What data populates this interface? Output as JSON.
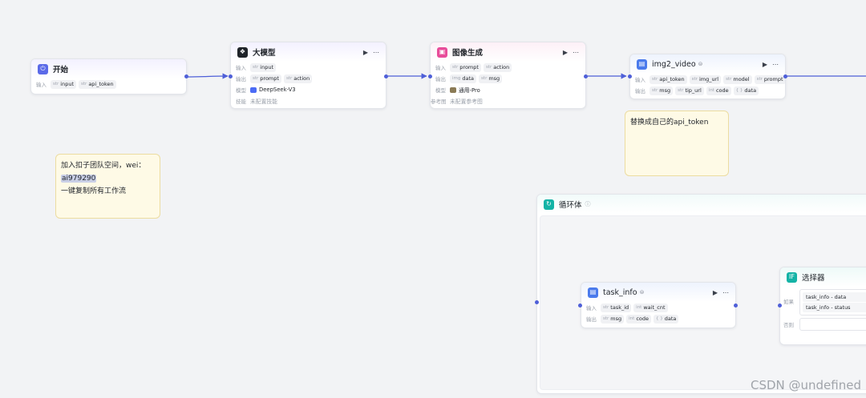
{
  "colors": {
    "canvas_bg": "#f2f3f5",
    "edge": "#4e5fd8",
    "start_icon": "#5b6ae8",
    "llm_icon": "#1f2329",
    "image_icon": "#e84c9a",
    "plugin_icon": "#4b7bec",
    "loop_icon": "#14b3a6",
    "selector_icon": "#14b3a6",
    "note_bg": "#fefae6"
  },
  "labels": {
    "input": "输入",
    "output": "输出",
    "model": "模型",
    "skill": "技能",
    "reference": "参考图",
    "condition": "如果",
    "else": "否则"
  },
  "nodes": {
    "start": {
      "title": "开始",
      "icon": "start-icon",
      "inputs": [
        {
          "type": "str",
          "name": "input"
        },
        {
          "type": "str",
          "name": "api_token"
        }
      ]
    },
    "llm": {
      "title": "大模型",
      "icon": "llm-icon",
      "inputs": [
        {
          "type": "str",
          "name": "input"
        }
      ],
      "outputs": [
        {
          "type": "str",
          "name": "prompt"
        },
        {
          "type": "str",
          "name": "action"
        }
      ],
      "model": "DeepSeek-V3",
      "skill": "未配置技能"
    },
    "image_gen": {
      "title": "图像生成",
      "icon": "image-gen-icon",
      "inputs": [
        {
          "type": "str",
          "name": "prompt"
        },
        {
          "type": "str",
          "name": "action"
        }
      ],
      "outputs": [
        {
          "type": "img",
          "name": "data"
        },
        {
          "type": "str",
          "name": "msg"
        }
      ],
      "model": "通用-Pro",
      "reference": "未配置参考图"
    },
    "img2video": {
      "title": "img2_video",
      "icon": "plugin-icon",
      "inputs": [
        {
          "type": "str",
          "name": "api_token"
        },
        {
          "type": "str",
          "name": "img_url"
        },
        {
          "type": "str",
          "name": "model"
        },
        {
          "type": "str",
          "name": "prompt"
        }
      ],
      "outputs": [
        {
          "type": "str",
          "name": "msg"
        },
        {
          "type": "str",
          "name": "tip_url"
        },
        {
          "type": "int",
          "name": "code"
        },
        {
          "type": "{ }",
          "name": "data"
        }
      ]
    },
    "task_info": {
      "title": "task_info",
      "icon": "plugin-icon",
      "inputs": [
        {
          "type": "str",
          "name": "task_id"
        },
        {
          "type": "int",
          "name": "wait_cnt"
        }
      ],
      "outputs": [
        {
          "type": "str",
          "name": "msg"
        },
        {
          "type": "int",
          "name": "code"
        },
        {
          "type": "{ }",
          "name": "data"
        }
      ]
    },
    "selector": {
      "title": "选择器",
      "icon": "selector-icon",
      "conditions": [
        "task_info - data",
        "task_info - status"
      ]
    }
  },
  "loop": {
    "title": "循环体",
    "icon": "loop-icon"
  },
  "notes": {
    "left": {
      "line1": "加入扣子团队空间，wei：",
      "line2": "ai979290",
      "line3": "一键复制所有工作流"
    },
    "right": {
      "line1": "替换成自己的api_token"
    }
  },
  "watermark": "CSDN @undefined"
}
